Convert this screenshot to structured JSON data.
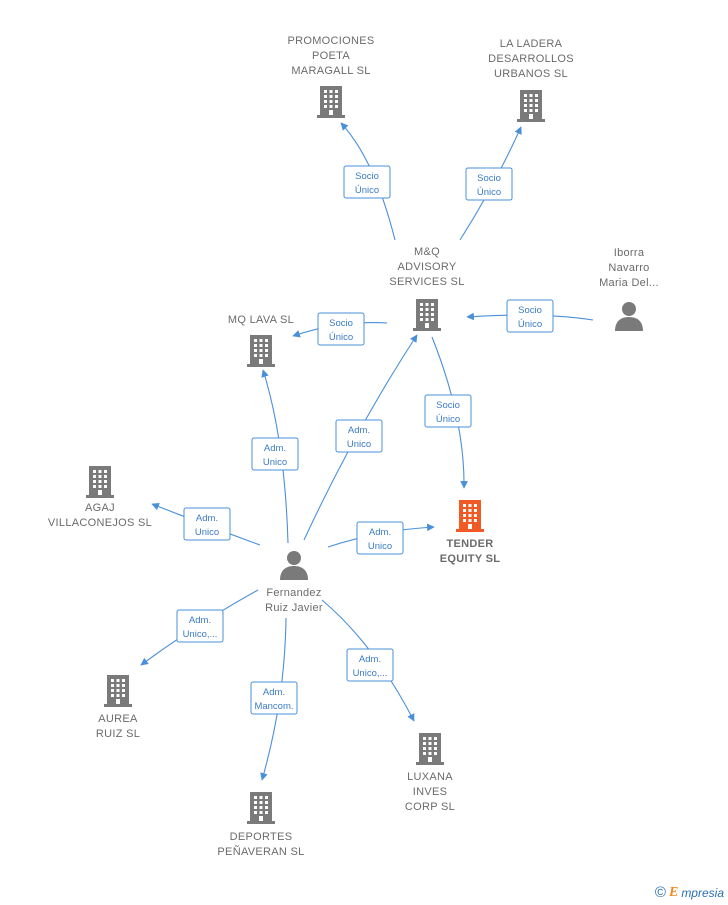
{
  "colors": {
    "edge": "#4a90d9",
    "edge_text": "#3a7bc8",
    "node_company": "#7a7a7a",
    "node_focus": "#f15a24",
    "label": "#6b6b6b"
  },
  "nodes": [
    {
      "id": "promociones",
      "kind": "company",
      "label": [
        "PROMOCIONES",
        "POETA",
        "MARAGALL  SL"
      ]
    },
    {
      "id": "ladera",
      "kind": "company",
      "label": [
        "LA LADERA",
        "DESARROLLOS",
        "URBANOS  SL"
      ]
    },
    {
      "id": "mq_advisory",
      "kind": "company",
      "label": [
        "M&Q",
        "ADVISORY",
        "SERVICES  SL"
      ]
    },
    {
      "id": "iborra",
      "kind": "person",
      "label": [
        "Iborra",
        "Navarro",
        "Maria Del..."
      ]
    },
    {
      "id": "mq_lava",
      "kind": "company",
      "label": [
        "MQ LAVA  SL"
      ]
    },
    {
      "id": "agaj",
      "kind": "company",
      "label": [
        "AGAJ",
        "VILLACONEJOS SL"
      ]
    },
    {
      "id": "tender",
      "kind": "focus",
      "label": [
        "TENDER",
        "EQUITY  SL"
      ]
    },
    {
      "id": "fernandez",
      "kind": "person",
      "label": [
        "Fernandez",
        "Ruiz Javier"
      ]
    },
    {
      "id": "aurea",
      "kind": "company",
      "label": [
        "AUREA",
        "RUIZ  SL"
      ]
    },
    {
      "id": "luxana",
      "kind": "company",
      "label": [
        "LUXANA",
        "INVES",
        "CORP  SL"
      ]
    },
    {
      "id": "deportes",
      "kind": "company",
      "label": [
        "DEPORTES",
        "PEÑAVERAN SL"
      ]
    }
  ],
  "edges": [
    {
      "from": "mq_advisory",
      "to": "promociones",
      "label": [
        "Socio",
        "Único"
      ]
    },
    {
      "from": "mq_advisory",
      "to": "ladera",
      "label": [
        "Socio",
        "Único"
      ]
    },
    {
      "from": "iborra",
      "to": "mq_advisory",
      "label": [
        "Socio",
        "Único"
      ]
    },
    {
      "from": "mq_advisory",
      "to": "mq_lava",
      "label": [
        "Socio",
        "Único"
      ]
    },
    {
      "from": "mq_advisory",
      "to": "tender",
      "label": [
        "Socio",
        "Único"
      ]
    },
    {
      "from": "fernandez",
      "to": "mq_lava",
      "label": [
        "Adm.",
        "Unico"
      ]
    },
    {
      "from": "fernandez",
      "to": "mq_advisory",
      "label": [
        "Adm.",
        "Unico"
      ]
    },
    {
      "from": "fernandez",
      "to": "agaj",
      "label": [
        "Adm.",
        "Unico"
      ]
    },
    {
      "from": "fernandez",
      "to": "tender",
      "label": [
        "Adm.",
        "Unico"
      ]
    },
    {
      "from": "fernandez",
      "to": "aurea",
      "label": [
        "Adm.",
        "Unico,..."
      ]
    },
    {
      "from": "fernandez",
      "to": "deportes",
      "label": [
        "Adm.",
        "Mancom."
      ]
    },
    {
      "from": "fernandez",
      "to": "luxana",
      "label": [
        "Adm.",
        "Unico,..."
      ]
    }
  ],
  "brand": {
    "copyright": "©",
    "initial": "E",
    "rest": "mpresia"
  }
}
